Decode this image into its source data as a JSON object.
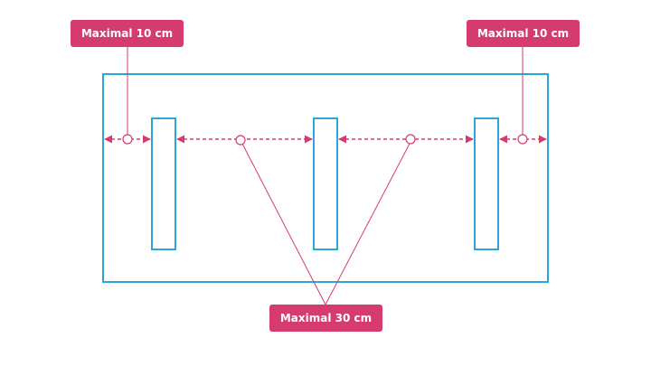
{
  "colors": {
    "frame": "#2aa7d8",
    "accent": "#d63b6e",
    "background": "#ffffff"
  },
  "labels": {
    "left": "Maximal 10 cm",
    "right": "Maximal 10 cm",
    "bottom": "Maximal 30 cm"
  }
}
